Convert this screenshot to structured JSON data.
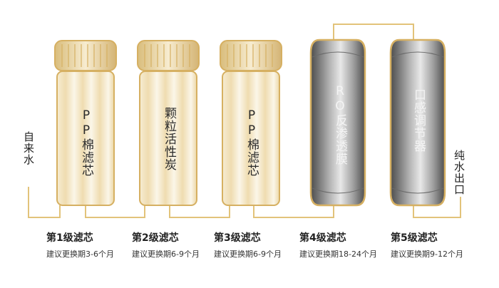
{
  "inlet_label": "自来水",
  "outlet_label": "纯水出口",
  "colors": {
    "pipe": "#e2c37a",
    "gold": "#d6b062",
    "cream": "#f3e6c4",
    "dark": "#6a6a6a"
  },
  "filters": [
    {
      "name": "PP棉滤芯",
      "stage": "第1级滤芯",
      "replace": "建议更换期3-6个月",
      "style": "cream"
    },
    {
      "name": "颗粒活性炭",
      "stage": "第2级滤芯",
      "replace": "建议更换期6-9个月",
      "style": "cream"
    },
    {
      "name": "PP棉滤芯",
      "stage": "第3级滤芯",
      "replace": "建议更换期6-9个月",
      "style": "cream"
    },
    {
      "name": "RO反渗透膜",
      "stage": "第4级滤芯",
      "replace": "建议更换期18-24个月",
      "style": "dark"
    },
    {
      "name": "口感调节器",
      "stage": "第5级滤芯",
      "replace": "建议更换期9-12个月",
      "style": "dark"
    }
  ]
}
